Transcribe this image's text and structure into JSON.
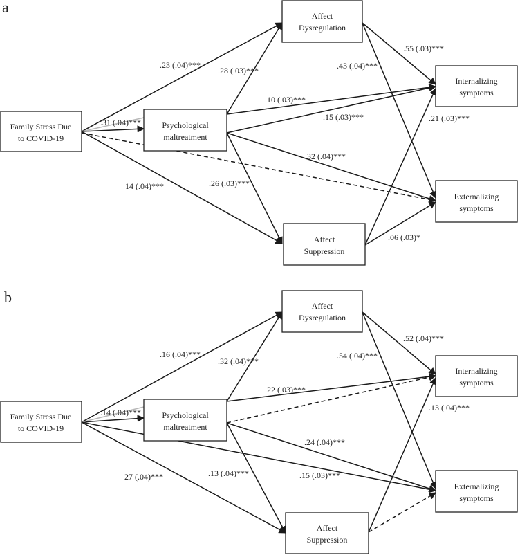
{
  "panels": {
    "a": {
      "label": "a",
      "nodes": {
        "family_stress": [
          "Family Stress Due",
          "to COVID-19"
        ],
        "psych_maltreatment": [
          "Psychological",
          "maltreatment"
        ],
        "affect_dysregulation": [
          "Affect",
          "Dysregulation"
        ],
        "affect_suppression": [
          "Affect",
          "Suppression"
        ],
        "internalizing": [
          "Internalizing",
          "symptoms"
        ],
        "externalizing": [
          "Externalizing",
          "symptoms"
        ]
      },
      "coefficients": {
        "fs_to_ad": ".23 (.04)***",
        "fs_to_pm": ".31 (.04)***",
        "fs_to_as": "14 (.04)***",
        "pm_to_ad": ".28 (.03)***",
        "pm_to_int": ".10 (.03)***",
        "pm_to_ext": "32 (.04)***",
        "pm_to_as": ".26 (.03)***",
        "ad_to_int": ".55 (.03)***",
        "ad_to_ext": ".43 (.04)***",
        "fs_to_int": ".15 (.03)***",
        "as_to_int": ".21 (.03)***",
        "as_to_ext": ".06 (.03)*"
      }
    },
    "b": {
      "label": "b",
      "nodes": {
        "family_stress": [
          "Family Stress Due",
          "to COVID-19"
        ],
        "psych_maltreatment": [
          "Psychological",
          "maltreatment"
        ],
        "affect_dysregulation": [
          "Affect",
          "Dysregulation"
        ],
        "affect_suppression": [
          "Affect",
          "Suppression"
        ],
        "internalizing": [
          "Internalizing",
          "symptoms"
        ],
        "externalizing": [
          "Externalizing",
          "symptoms"
        ]
      },
      "coefficients": {
        "fs_to_ad": ".16 (.04)***",
        "fs_to_pm": ".14 (.04)***",
        "fs_to_as": "27 (.04)***",
        "pm_to_ad": ".32 (.04)***",
        "fs_to_int": ".22 (.03)***",
        "ad_to_int": ".52 (.04)***",
        "ad_to_ext": ".54 (.04)***",
        "as_to_int": ".13 (.04)***",
        "pm_to_ext": ".24 (.04)***",
        "fs_to_ext": ".15 (.03)***",
        "pm_to_as": ".13 (.04)***"
      }
    }
  }
}
